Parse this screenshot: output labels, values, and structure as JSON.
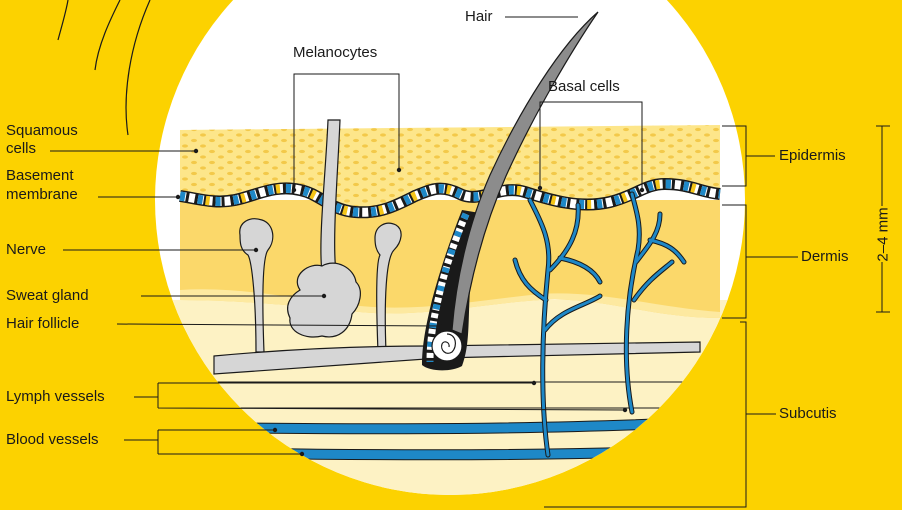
{
  "labels": {
    "hair": "Hair",
    "melanocytes": "Melanocytes",
    "basal_cells": "Basal cells",
    "squamous_cells_1": "Squamous",
    "squamous_cells_2": "cells",
    "basement_membrane_1": "Basement",
    "basement_membrane_2": "membrane",
    "nerve": "Nerve",
    "sweat_gland": "Sweat gland",
    "hair_follicle": "Hair follicle",
    "lymph_vessels": "Lymph vessels",
    "blood_vessels": "Blood vessels",
    "epidermis": "Epidermis",
    "dermis": "Dermis",
    "subcutis": "Subcutis",
    "thickness": "2–4 mm"
  },
  "colors": {
    "background": "#fcd200",
    "circle": "#ffffff",
    "epidermis": "#fde68a",
    "dermis": "#fbd86a",
    "subcutis": "#fdf2c4",
    "structure_grey": "#d6d6d6",
    "hair_grey": "#8c8c8c",
    "vessel_blue": "#1e88c7",
    "outline": "#1a1a1a"
  }
}
